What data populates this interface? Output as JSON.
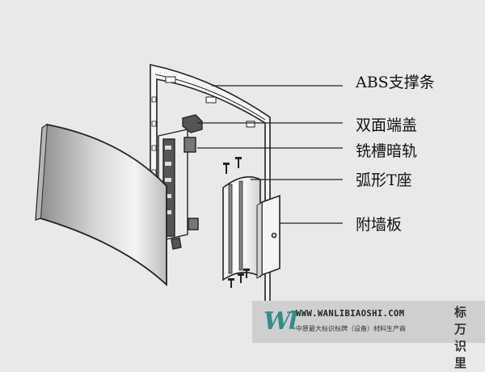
{
  "labels": [
    "ABS支撑条",
    "双面端盖",
    "铣槽暗轨",
    "弧形T座",
    "附墙板"
  ],
  "footer": {
    "mark": "Wl",
    "url": "WWW.WANLIBIAOSHI.COM",
    "tagline": "中原最大标识标牌（设备）材料生产商",
    "brand": "标万识里"
  },
  "colors": {
    "background": "#e9e9e9",
    "line": "#222222",
    "panel_face": "#d9d9d9",
    "footer_band": "#cfcfcf",
    "logo_teal": "#2f8f8a"
  }
}
